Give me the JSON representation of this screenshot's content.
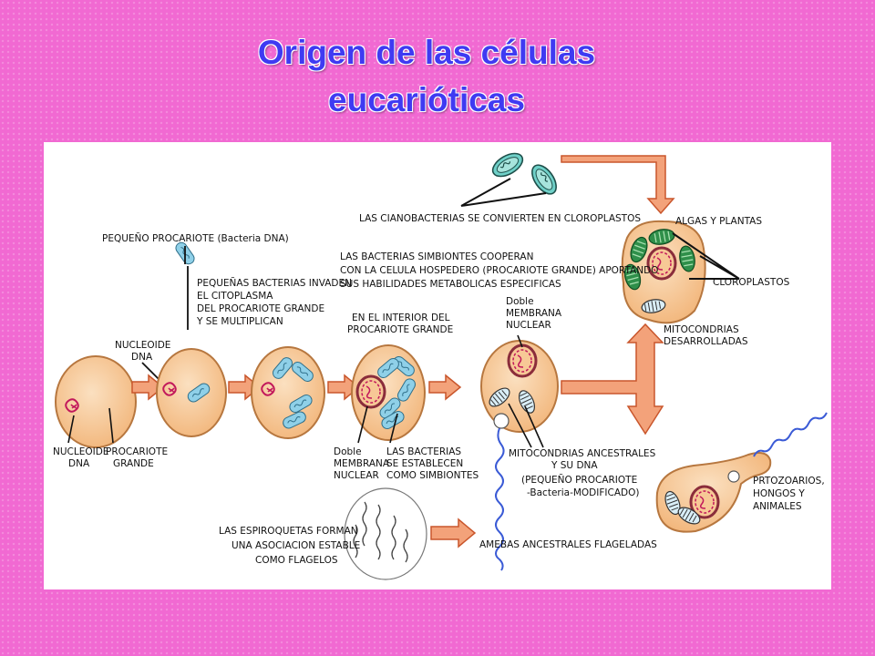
{
  "title": {
    "line1": "Origen de las células",
    "line2": "eucarióticas"
  },
  "diagram": {
    "labels": {
      "cyanobacteria": "LAS CIANOBACTERIAS SE CONVIERTEN EN CLOROPLASTOS",
      "algae": "ALGAS Y PLANTAS",
      "chloroplasts": "CLOROPLASTOS",
      "mito_developed": [
        "MITOCONDRIAS",
        "DESARROLLADAS"
      ],
      "small_prok": "PEQUEÑO PROCARIOTE (Bacteria DNA)",
      "small_bact_invade": [
        "PEQUEÑAS BACTERIAS INVADEN",
        "EL CITOPLASMA",
        "DEL PROCARIOTE GRANDE",
        "Y SE MULTIPLICAN"
      ],
      "symbionts_cooperate": [
        "LAS BACTERIAS SIMBIONTES COOPERAN",
        "CON LA CELULA HOSPEDERO (PROCARIOTE GRANDE) APORTANDO",
        "SUS HABILIDADES METABOLICAS ESPECIFICAS"
      ],
      "double_membrane_top": [
        "Doble",
        "MEMBRANA",
        "NUCLEAR"
      ],
      "interior": [
        "EN EL INTERIOR DEL",
        "PROCARIOTE GRANDE"
      ],
      "nucleoid_top": [
        "NUCLEOIDE",
        "DNA"
      ],
      "nucleoid_bottom": [
        "NUCLEOIDE",
        "DNA"
      ],
      "large_prok": [
        "PROCARIOTE",
        "GRANDE"
      ],
      "double_membrane_bottom": [
        "Doble",
        "MEMBRANA",
        "NUCLEAR"
      ],
      "symbionts_established": [
        "LAS BACTERIAS",
        "SE ESTABLECEN",
        "COMO SIMBIONTES"
      ],
      "mito_ancestral": [
        "MITOCONDRIAS ANCESTRALES",
        "Y SU DNA",
        "(PEQUEÑO PROCARIOTE",
        "-Bacteria-MODIFICADO)"
      ],
      "protozoa": [
        "PRTOZOARIOS,",
        "HONGOS Y",
        "ANIMALES"
      ],
      "spirochetes": [
        "LAS ESPIROQUETAS FORMAN",
        "UNA ASOCIACION ESTABLE",
        "COMO FLAGELOS"
      ],
      "amoebas": "AMEBAS ANCESTRALES FLAGELADAS"
    },
    "colors": {
      "background": "#f169d2",
      "title": "#3f3af2",
      "cell_fill": "#f7c896",
      "cell_stroke": "#b7773f",
      "arrow_fill": "#f3a27a",
      "arrow_stroke": "#c9562c",
      "bacteria": "#8fd0e8",
      "nucleoid": "#c2185b",
      "chloroplast": "#2f8f4a",
      "cyanobacteria": "#6fd0c8"
    }
  }
}
